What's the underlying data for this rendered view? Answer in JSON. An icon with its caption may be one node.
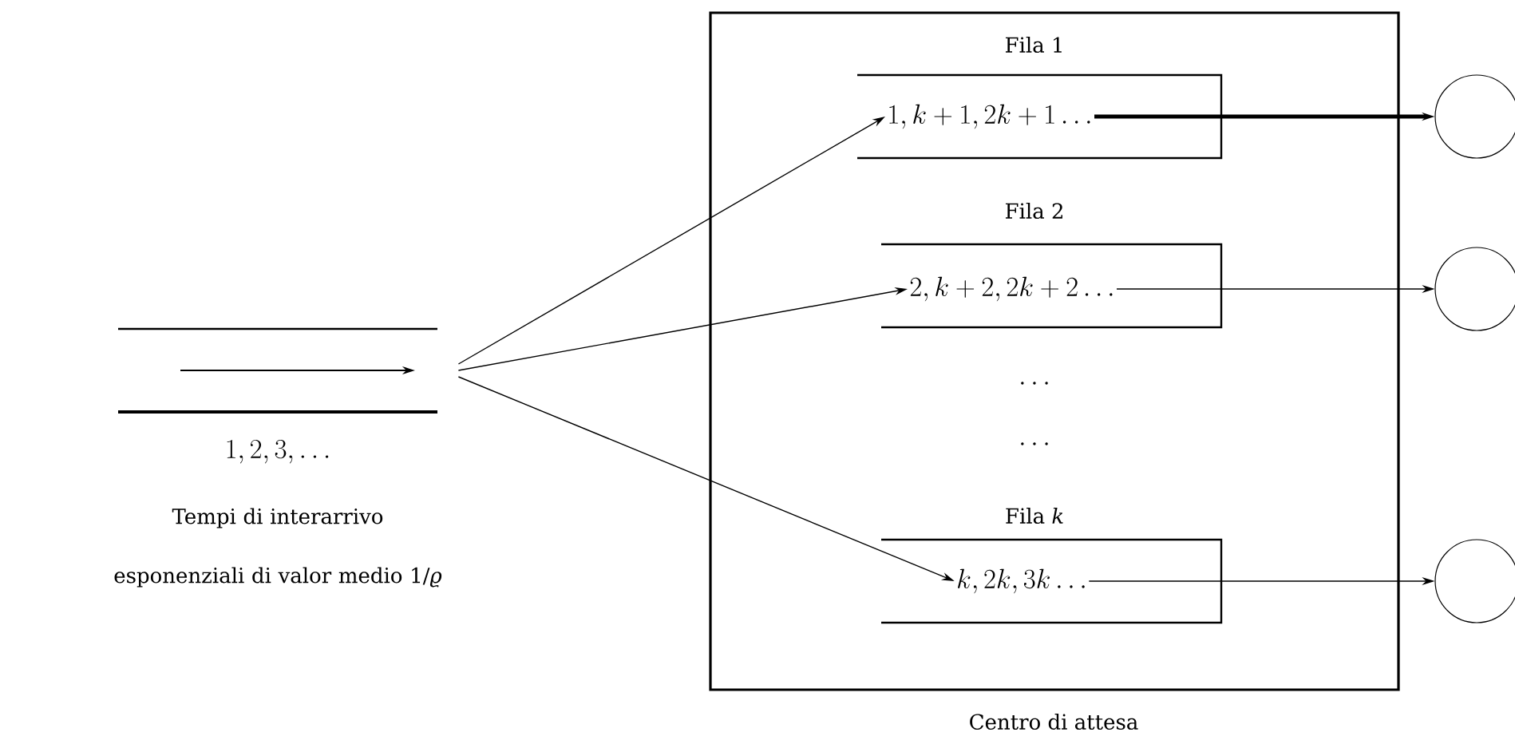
{
  "diagram": {
    "nodes": [
      {
        "text": [
          "Centro di attesa"
        ]
      },
      {
        "text": [
          "Fila 1",
          "1,k+1,2k+1\\ldots"
        ],
        "in": 0
      },
      {
        "text": [
          "Fila 2",
          "2,k+2,2k+2\\ldots"
        ],
        "in": 0
      },
      {
        "text": [
          "Fila *k*",
          "k,2k,3k\\ldots"
        ],
        "in": 0
      },
      {
        "text": [],
        "shape": "circle"
      },
      {
        "text": [],
        "shape": "circle"
      },
      {
        "text": [],
        "shape": "circle"
      },
      {
        "text": [
          "1,2,3,\\ldots"
        ],
        "beside": [
          "Tempi di interarrivo esponenziali di valor medio 1/*ϱ*"
        ]
      }
    ],
    "edges": [
      {
        "from": 7,
        "to": 1,
        "arrow": "to"
      },
      {
        "from": 7,
        "to": 2,
        "arrow": "to"
      },
      {
        "from": 7,
        "to": 3,
        "arrow": "to"
      },
      {
        "from": 1,
        "to": 4,
        "arrow": "to",
        "style": "thick"
      },
      {
        "from": 2,
        "to": 5,
        "arrow": "to"
      },
      {
        "from": 3,
        "to": 6,
        "arrow": "to"
      }
    ],
    "labels": [
      "\\ldots",
      "\\ldots"
    ]
  }
}
